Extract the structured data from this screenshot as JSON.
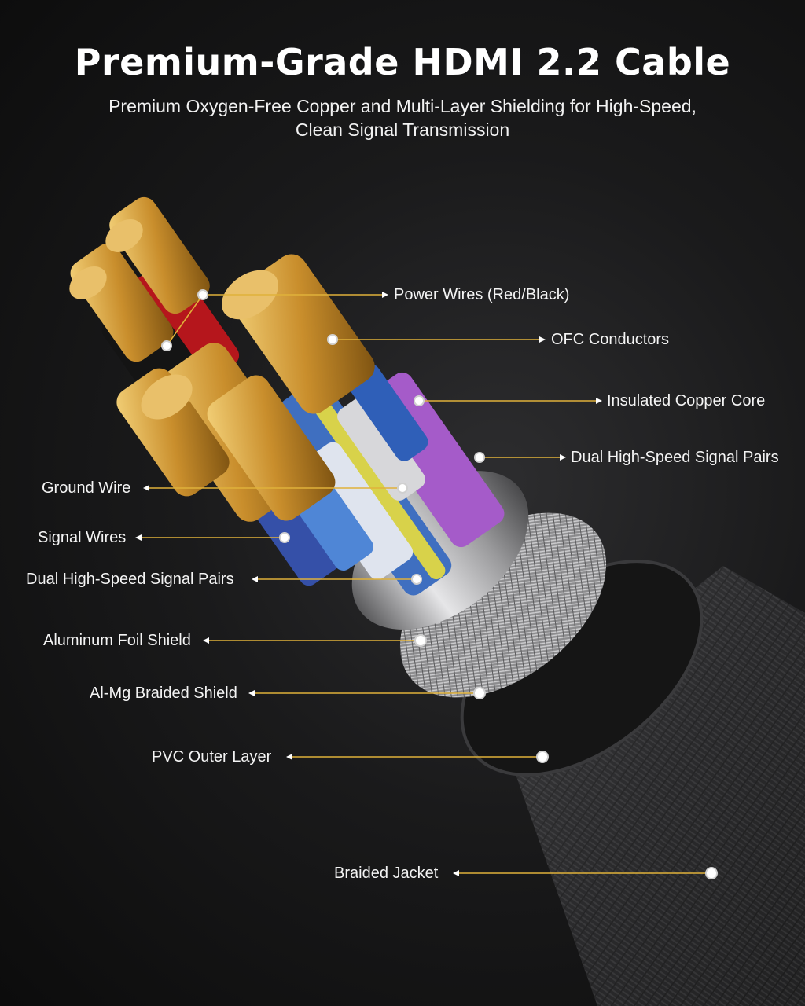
{
  "header": {
    "title": "Premium-Grade HDMI 2.2 Cable",
    "subtitle_line1": "Premium Oxygen-Free Copper and Multi-Layer Shielding for High-Speed,",
    "subtitle_line2": "Clean Signal Transmission"
  },
  "callouts": {
    "power_wires": "Power Wires (Red/Black)",
    "ofc_conductors": "OFC Conductors",
    "insulated_copper_core": "Insulated Copper Core",
    "dual_pairs_right": "Dual High-Speed Signal Pairs",
    "ground_wire": "Ground Wire",
    "signal_wires": "Signal Wires",
    "dual_pairs_left": "Dual High-Speed Signal Pairs",
    "aluminum_foil": "Aluminum Foil Shield",
    "almg_braid": "Al-Mg Braided Shield",
    "pvc_outer": "PVC Outer Layer",
    "braided_jacket": "Braided Jacket"
  },
  "colors": {
    "leader": "#e0b13a",
    "copper": "#d8a548",
    "red_insulation": "#b5161c",
    "purple_insulation": "#a55bc9",
    "blue_insulation": "#3f6fc0",
    "yellow_insulation": "#d8d24a"
  }
}
